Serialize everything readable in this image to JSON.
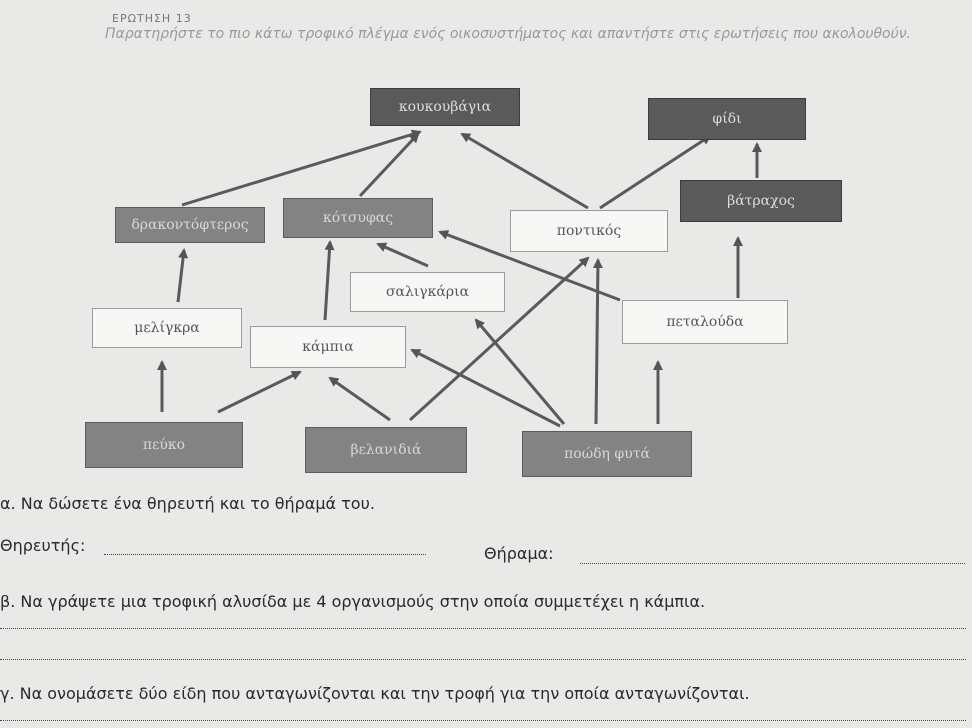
{
  "header": {
    "heading": "ΕΡΩΤΗΣΗ 13",
    "intro": "Παρατηρήστε το πιο κάτω τροφικό πλέγμα ενός οικοσυστήματος και απαντήστε στις ερωτήσεις που ακολουθούν."
  },
  "food_web": {
    "kounoupidi": "κουκουβάγια",
    "fidi": "φίδι",
    "dragonfly": "δρακοντόφτερος",
    "kotsyfas": "κότσυφας",
    "pontikos": "ποντικός",
    "vatrachos": "βάτραχος",
    "saligaria": "σαλιγκάρια",
    "petalouda": "πεταλούδα",
    "melingra": "μελίγκρα",
    "kampia": "κάμπια",
    "pefko": "πεύκο",
    "velanidia": "βελανιδιά",
    "poodi_fyta": "ποώδη φυτά"
  },
  "questions": {
    "a": "α. Να δώσετε ένα θηρευτή και το θήραμά του.",
    "a_predator": "Θηρευτής:",
    "a_prey": "Θήραμα:",
    "b": "β. Να γράψετε μια τροφική αλυσίδα με 4 οργανισμούς στην οποία συμμετέχει η κάμπια.",
    "c": "γ. Να ονομάσετε δύο είδη που ανταγωνίζονται και την τροφή για την οποία ανταγωνίζονται."
  }
}
